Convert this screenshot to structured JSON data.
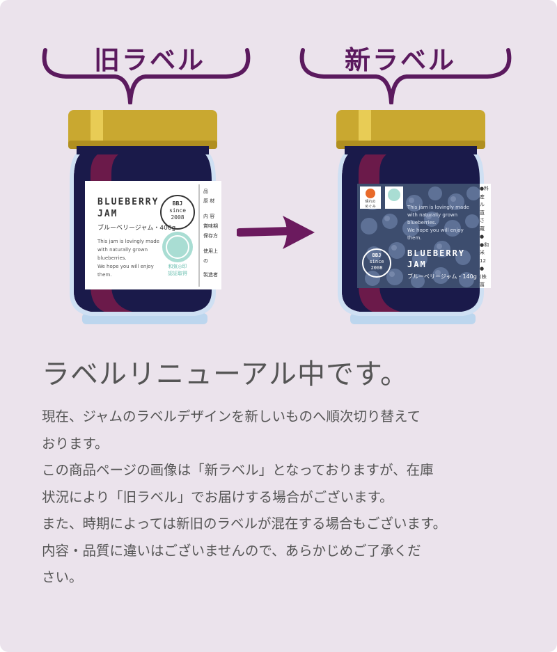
{
  "header": {
    "old_title": "旧ラベル",
    "new_title": "新ラベル"
  },
  "old_label": {
    "brand_line1": "BLUEBERRY",
    "brand_line2": "JAM",
    "product_name": "ブルーベリージャム・400g",
    "desc_line1": "This jam is lovingly made",
    "desc_line2": "with naturally grown",
    "desc_line3": "blueberries.",
    "desc_line4": "We hope you will enjoy",
    "desc_line5": "them.",
    "logo_line1": "BBJ",
    "logo_line2": "since",
    "logo_line3": "2008",
    "cert_line1": "和気◎印",
    "cert_line2": "認証取得",
    "side_r1": "品",
    "side_r2": "原 材",
    "side_r3": "内 容",
    "side_r4": "賞味期",
    "side_r5": "保存方",
    "side_r6": "使用上の",
    "side_r7": "製造者"
  },
  "new_label": {
    "brand_line1": "BLUEBERRY",
    "brand_line2": "JAM",
    "product_name": "ブルーベリージャム・140g",
    "desc_line1": "This jam is lovingly made",
    "desc_line2": "with naturally grown",
    "desc_line3": "blueberries.",
    "desc_line4": "We hope you will enjoy",
    "desc_line5": "them.",
    "logo_line1": "BBJ",
    "logo_line2": "since",
    "logo_line3": "2008",
    "badge_line1": "晴れの",
    "badge_line2": "めぐみ",
    "side_r1": "●料",
    "side_r2": "産",
    "side_r3": "ル",
    "side_r4": "直",
    "side_r5": "さ",
    "side_r6": "蔵",
    "side_r7": "●",
    "side_r8": "●和",
    "side_r9": "米",
    "side_r10": "12",
    "side_r11": "●",
    "side_r12": "(株",
    "side_r13": "冨"
  },
  "headline": "ラベルリニューアル中です。",
  "body": {
    "p1": "現在、ジャムのラベルデザインを新しいものへ順次切り替えておりま す。",
    "line1": "現在、ジャムのラベルデザインを新しいものへ順次切り替えて",
    "line2": "おります。",
    "line3": "この商品ページの画像は「新ラベル」となっておりますが、在庫",
    "line4": "状況により「旧ラベル」でお届けする場合がございます。",
    "line5": "また、時期によっては新旧のラベルが混在する場合もございます。",
    "line6": "内容・品質に違いはございませんので、あらかじめご了承くだ",
    "line7": "さい。"
  },
  "colors": {
    "background": "#ebe3ec",
    "accent_purple": "#5b1a5e",
    "jar_navy": "#1a1a4a",
    "lid_gold": "#c9a830",
    "text_gray": "#555555"
  }
}
